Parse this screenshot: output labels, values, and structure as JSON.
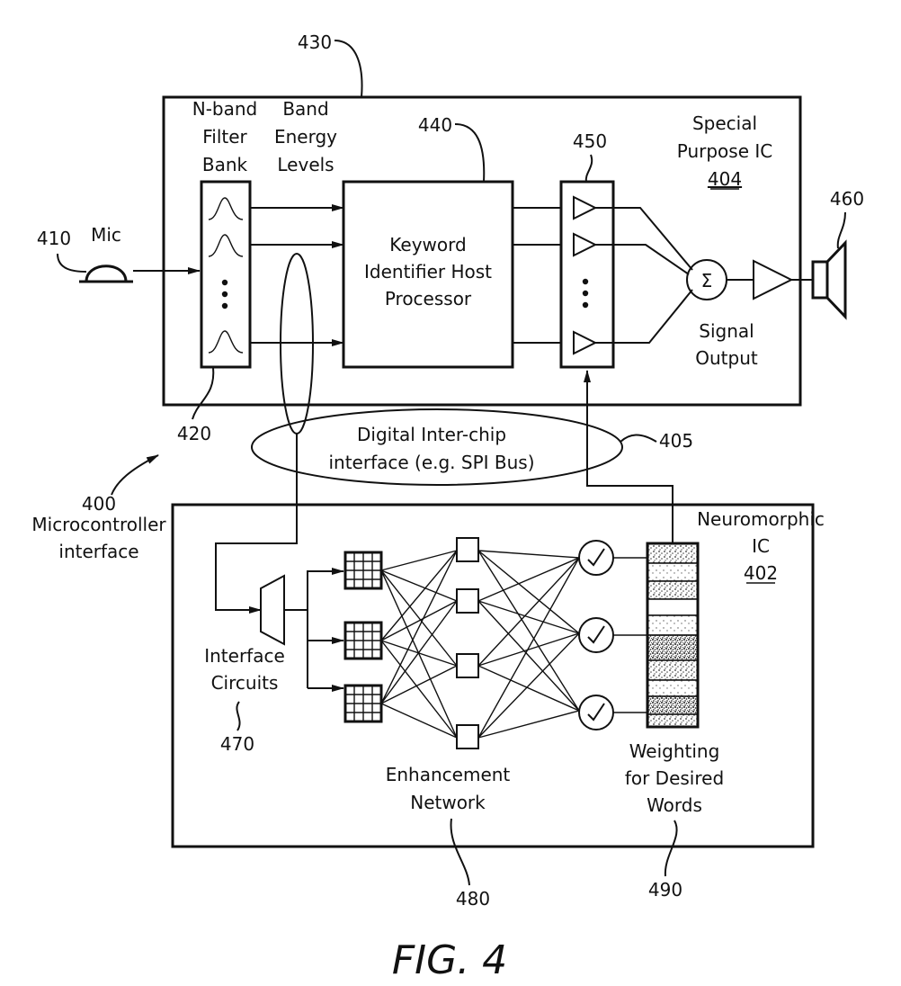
{
  "figure_label": "FIG. 4",
  "labels": {
    "mic": "Mic",
    "filter_bank": [
      "N-band",
      "Filter",
      "Bank"
    ],
    "band_energy": [
      "Band",
      "Energy",
      "Levels"
    ],
    "keyword_processor": [
      "Keyword",
      "Identifier Host",
      "Processor"
    ],
    "special_ic": [
      "Special",
      "Purpose IC"
    ],
    "special_ic_ref": "404",
    "signal_output": [
      "Signal",
      "Output"
    ],
    "sum_symbol": "Σ",
    "inter_chip": [
      "Digital Inter-chip",
      "interface (e.g. SPI Bus)"
    ],
    "microcontroller": [
      "Microcontroller",
      "interface"
    ],
    "neuromorphic_ic": [
      "Neuromorphic",
      "IC"
    ],
    "neuromorphic_ic_ref": "402",
    "interface_circuits": [
      "Interface",
      "Circuits"
    ],
    "enhancement_network": [
      "Enhancement",
      "Network"
    ],
    "weighting": [
      "Weighting",
      "for Desired",
      "Words"
    ]
  },
  "ref_numbers": {
    "special_ic_box": "430",
    "processor": "440",
    "amplifiers": "450",
    "speaker": "460",
    "mic": "410",
    "filter_bank": "420",
    "system": "400",
    "inter_chip_interface": "405",
    "interface_circuits": "470",
    "enhancement_network": "480",
    "weighting": "490"
  },
  "colors": {
    "ink": "#111111",
    "background": "#ffffff"
  }
}
